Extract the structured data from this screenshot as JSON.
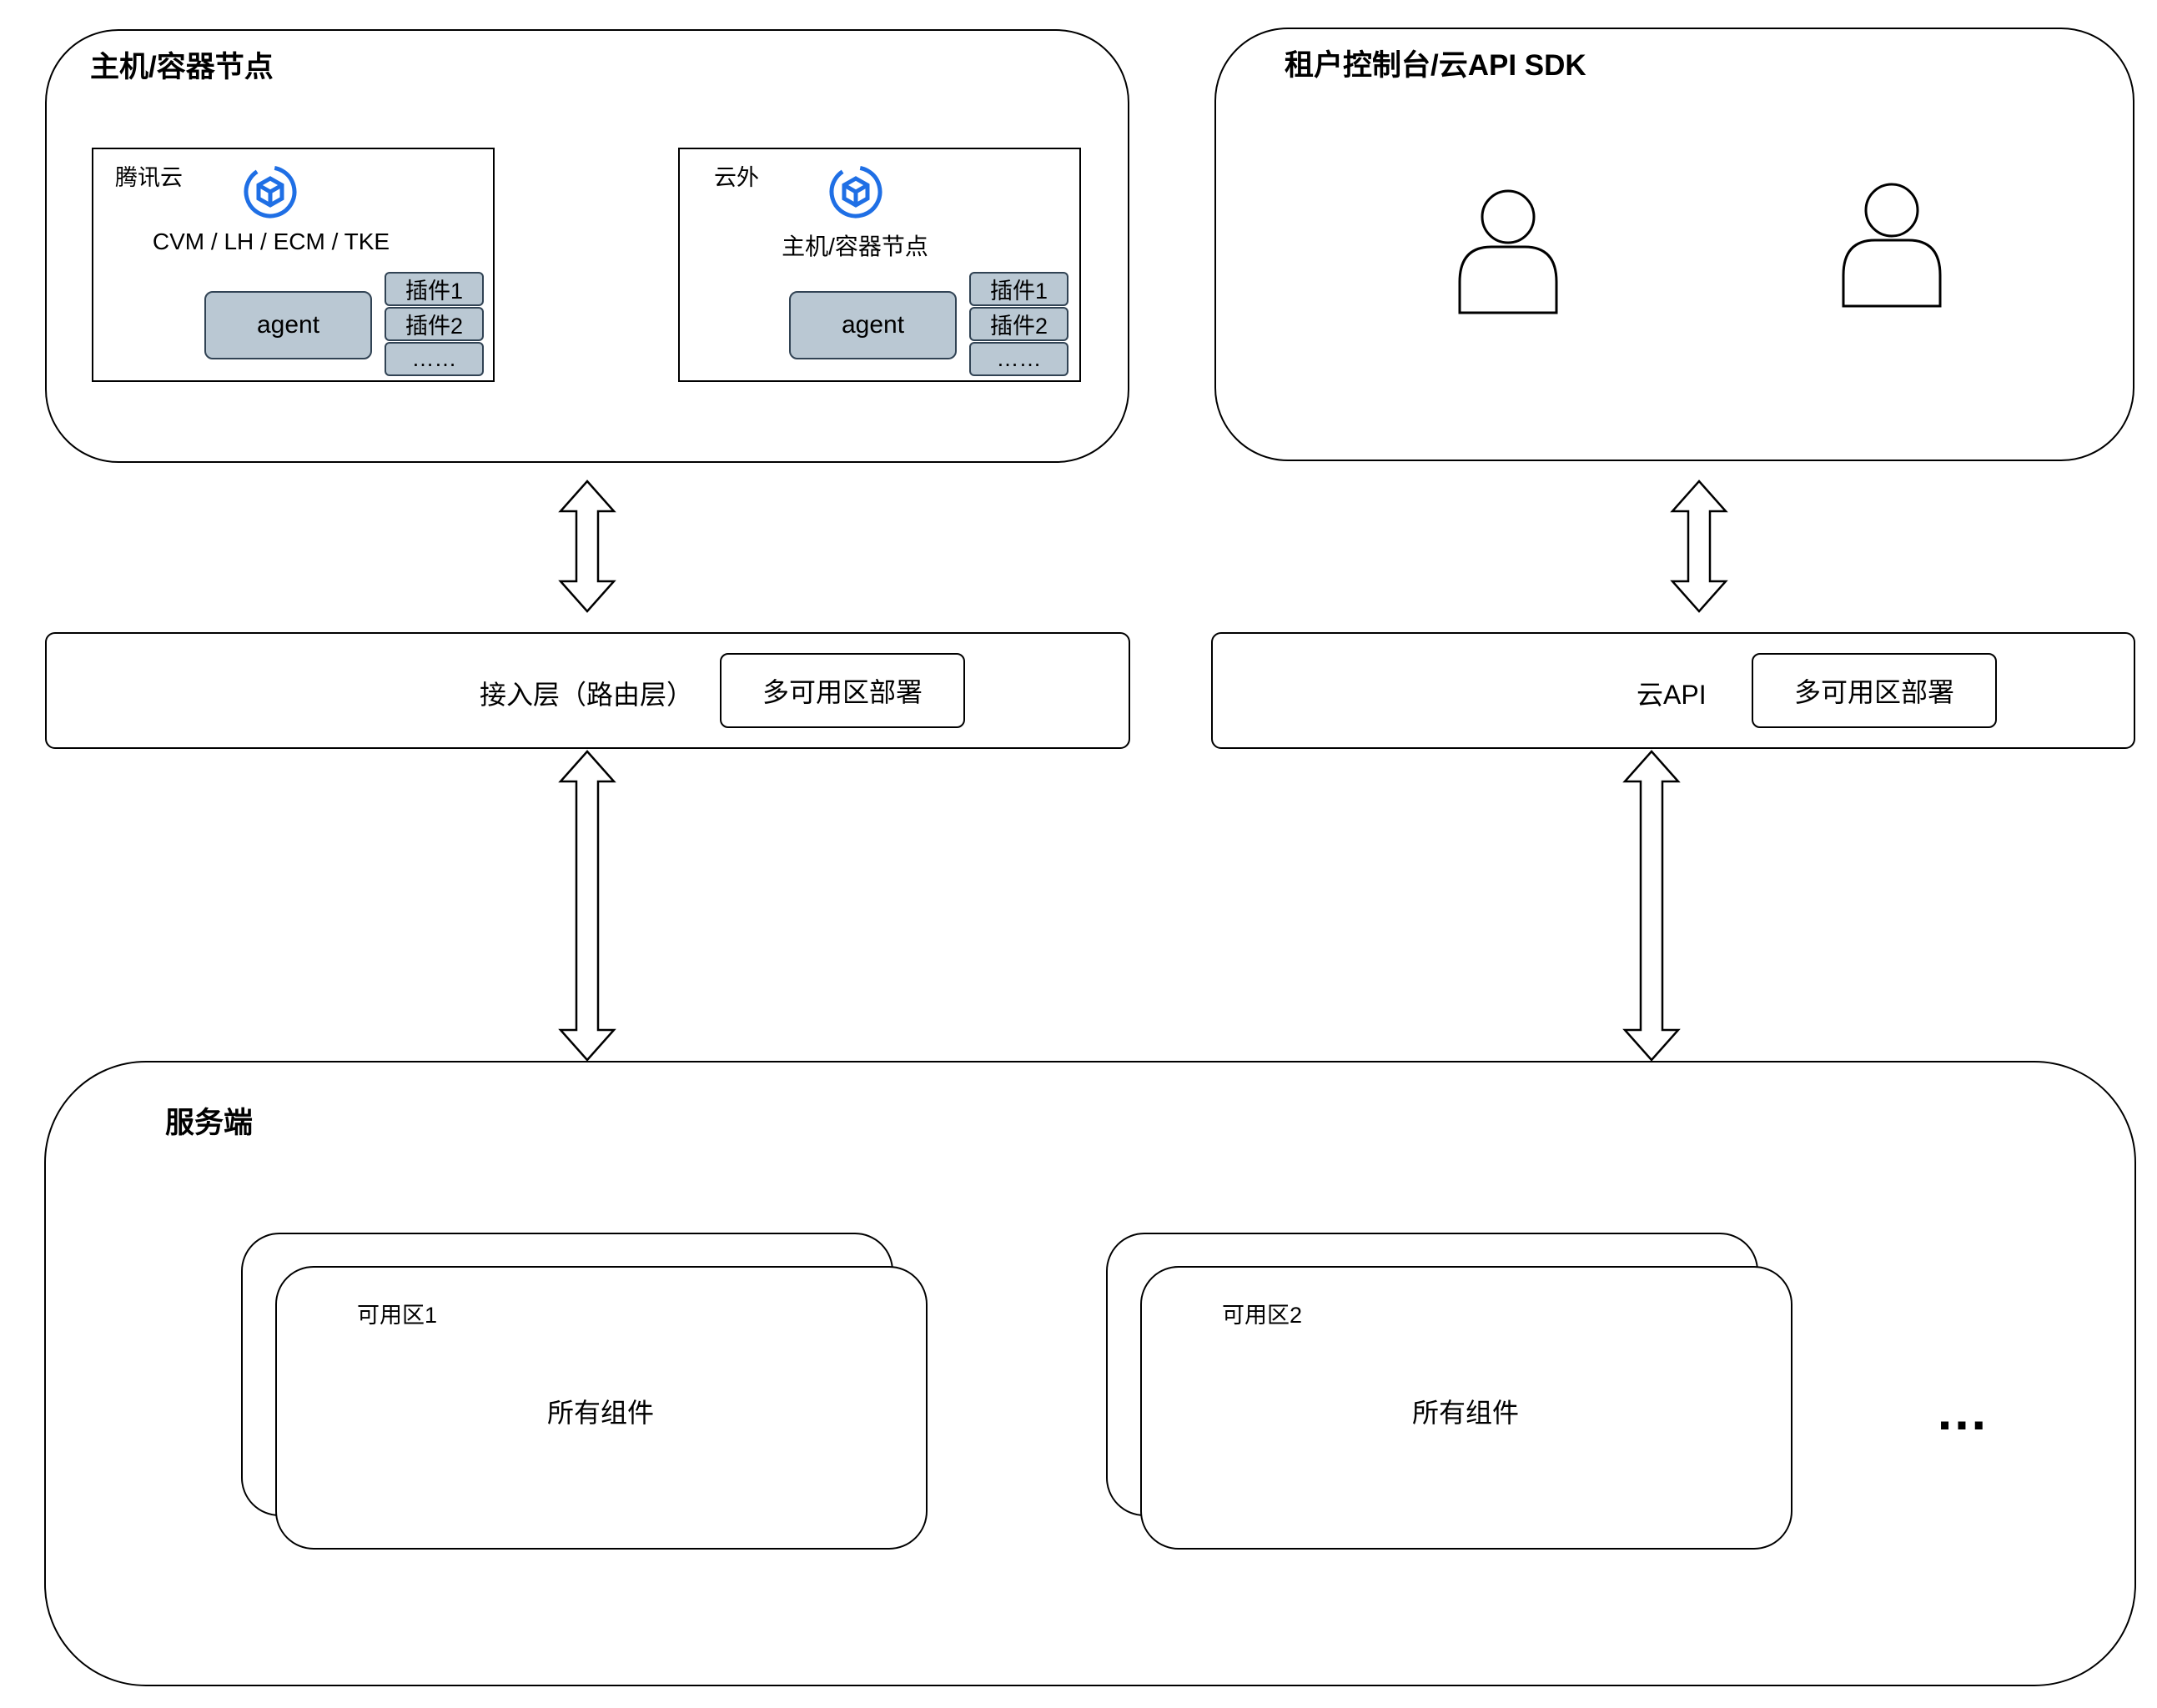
{
  "host_panel": {
    "title": "主机/容器节点",
    "tencent_box": {
      "label": "腾讯云",
      "subtitle": "CVM / LH / ECM / TKE",
      "agent": "agent",
      "plugins": [
        "插件1",
        "插件2",
        "……"
      ]
    },
    "external_box": {
      "label": "云外",
      "subtitle": "主机/容器节点",
      "agent": "agent",
      "plugins": [
        "插件1",
        "插件2",
        "……"
      ]
    },
    "icon": "cube-cycle-icon"
  },
  "tenant_panel": {
    "title": "租户控制台/云API SDK",
    "icons": [
      "user-icon",
      "user-icon"
    ]
  },
  "access_layer": {
    "label": "接入层（路由层）",
    "deploy": "多可用区部署"
  },
  "cloud_api_layer": {
    "label": "云API",
    "deploy": "多可用区部署"
  },
  "server_panel": {
    "title": "服务端",
    "zones": [
      {
        "label": "可用区1",
        "content": "所有组件"
      },
      {
        "label": "可用区2",
        "content": "所有组件"
      }
    ],
    "more": "…"
  },
  "colors": {
    "agent_fill": "#bac8d3",
    "agent_stroke": "#314354",
    "icon_blue": "#1f6fe5",
    "line": "#000000"
  }
}
